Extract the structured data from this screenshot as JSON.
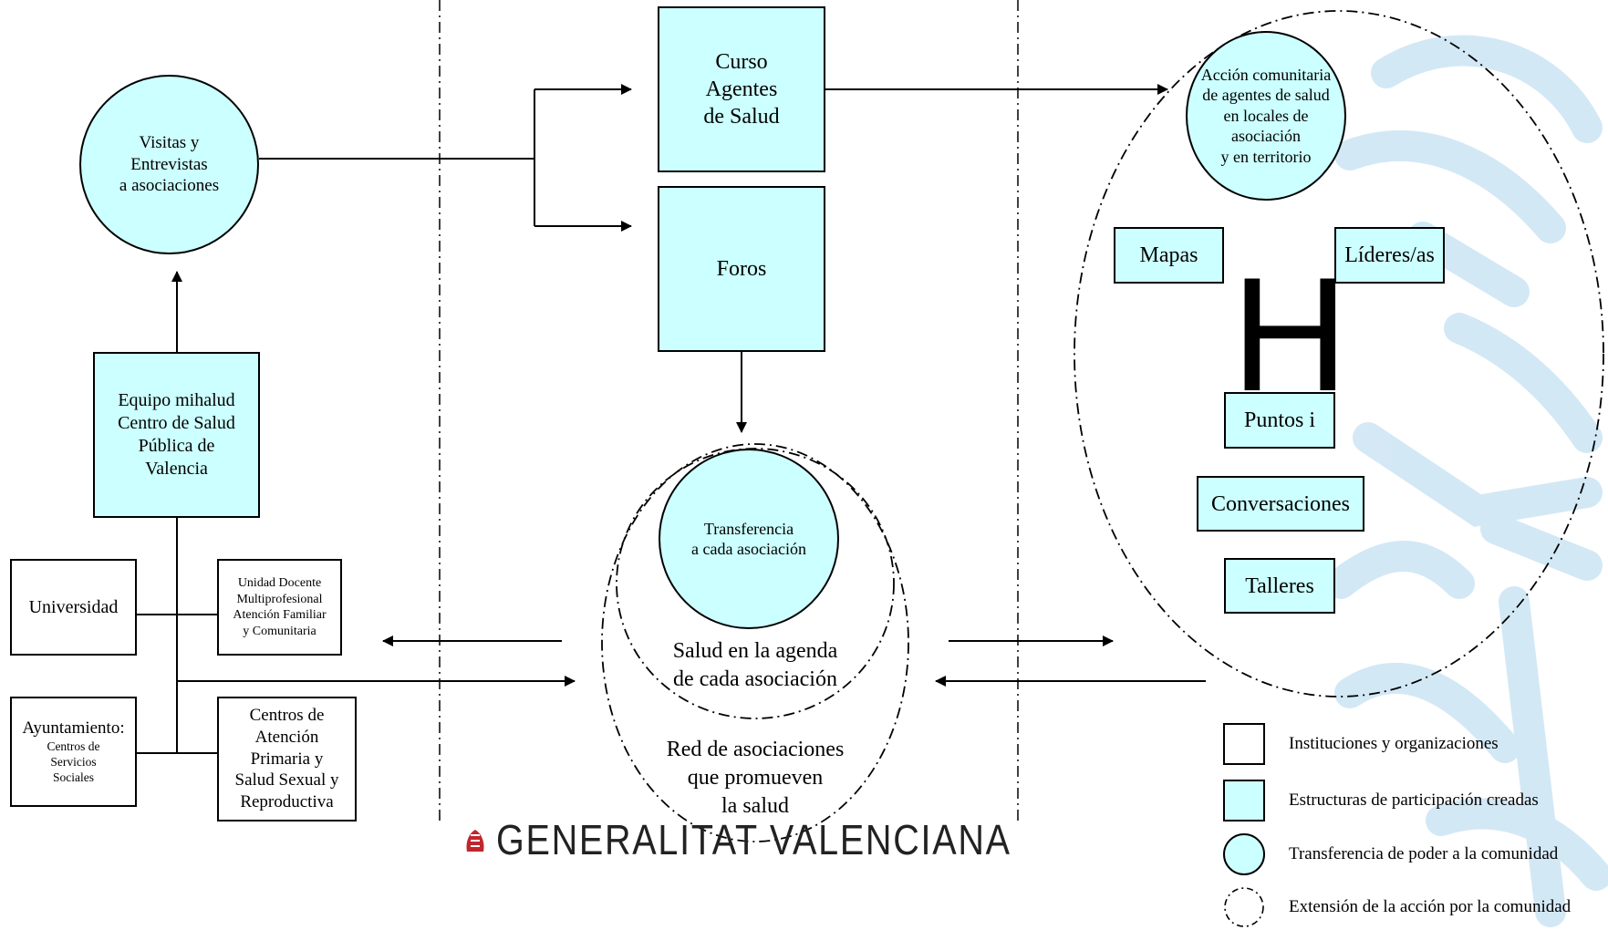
{
  "nodes": {
    "visitas": "Visitas y\nEntrevistas\na asociaciones",
    "equipo": "Equipo mihalud\nCentro de Salud\nPública de\nValencia",
    "universidad": "Universidad",
    "unidad_docente": "Unidad Docente\nMultiprofesional\nAtención Familiar\ny Comunitaria",
    "ayuntamiento_title": "Ayuntamiento:",
    "ayuntamiento_sub": "Centros de\nServicios\nSociales",
    "centros_atencion": "Centros de\nAtención\nPrimaria y\nSalud Sexual y\nReproductiva",
    "curso": "Curso\nAgentes\nde Salud",
    "foros": "Foros",
    "transferencia": "Transferencia\na cada asociación",
    "salud_agenda": "Salud en la agenda\nde cada asociación",
    "red": "Red de asociaciones\nque promueven\nla salud",
    "accion": "Acción comunitaria\nde agentes de salud\nen locales de asociación\ny en territorio",
    "mapas": "Mapas",
    "lideres": "Líderes/as",
    "h_letter": "H",
    "puntos": "Puntos i",
    "conversaciones": "Conversaciones",
    "talleres": "Talleres"
  },
  "legend": [
    {
      "shape": "white-square",
      "label": "Instituciones y organizaciones"
    },
    {
      "shape": "cyan-square",
      "label": "Estructuras de participación creadas"
    },
    {
      "shape": "cyan-circle",
      "label": "Transferencia de poder a la comunidad"
    },
    {
      "shape": "dashdot-circle",
      "label": "Extensión de la acción por la comunidad"
    }
  ],
  "logo_text": "GENERALITAT VALENCIANA",
  "colors": {
    "participation_fill": "#ccffff",
    "institution_fill": "#ffffff",
    "watermark": "#cfe6f5",
    "logo_red": "#c0272d",
    "line": "#000000"
  }
}
